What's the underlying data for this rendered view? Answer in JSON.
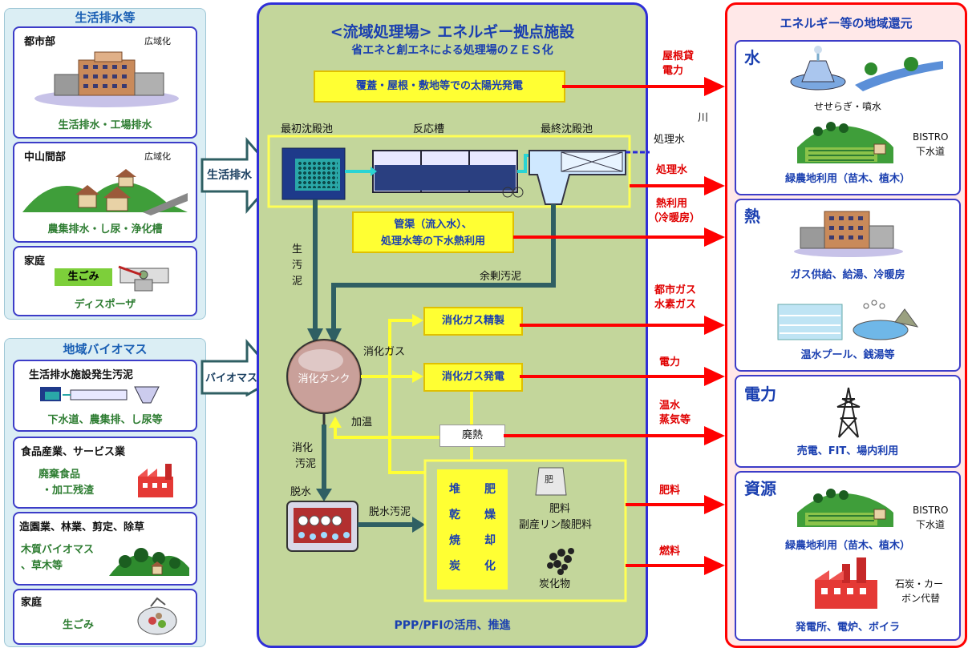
{
  "left_top": {
    "title": "生活排水等",
    "urban": {
      "title": "都市部",
      "tag": "広域化",
      "caption": "生活排水・工場排水"
    },
    "mountain": {
      "title": "中山間部",
      "tag": "広域化",
      "caption": "農集排水・し尿・浄化槽"
    },
    "home": {
      "title": "家庭",
      "label": "生ごみ",
      "caption": "ディスポーザ"
    }
  },
  "left_bottom": {
    "title": "地域バイオマス",
    "sludge": {
      "title": "生活排水施設発生汚泥",
      "caption": "下水道、農集排、し尿等"
    },
    "food": {
      "title": "食品産業、サービス業",
      "caption1": "廃棄食品",
      "caption2": "・加工残渣"
    },
    "wood": {
      "title": "造園業、林業、剪定、除草",
      "caption1": "木質バイオマス",
      "caption2": "、草木等"
    },
    "home2": {
      "title": "家庭",
      "caption": "生ごみ"
    }
  },
  "arrows_in": {
    "wastewater": "生活排水",
    "biomass": "バイオマス"
  },
  "center": {
    "title": "<流域処理場> エネルギー拠点施設",
    "subtitle": "省エネと創エネによる処理場のＺＥＳ化",
    "solar": "覆蓋・屋根・敷地等での太陽光発電",
    "tank1": "最初沈殿池",
    "tank2": "反応槽",
    "tank3": "最終沈殿池",
    "heat_box1": "管渠（流入水）、",
    "heat_box2": "処理水等の下水熱利用",
    "raw_sludge": [
      "生",
      "汚",
      "泥"
    ],
    "excess_sludge": "余剰汚泥",
    "digester": "消化タンク",
    "digest_gas": "消化ガス",
    "heating": "加温",
    "gas_refine": "消化ガス精製",
    "gas_power": "消化ガス発電",
    "waste_heat": "廃熱",
    "digested_sludge": [
      "消化",
      "汚泥"
    ],
    "dewater": "脱水",
    "dewatered_sludge": "脱水汚泥",
    "process": [
      "堆",
      "肥",
      "乾",
      "燥",
      "焼",
      "却",
      "炭",
      "化"
    ],
    "fertilizer1": "肥料",
    "fertilizer2": "副産リン酸肥料",
    "fert_bag": "肥",
    "charcoal": "炭化物",
    "ppp": "PPP/PFIの活用、推進",
    "river": "川",
    "treated_water": "処理水"
  },
  "outputs": {
    "roof_power": [
      "屋根貸",
      "電力"
    ],
    "treated": "処理水",
    "heat_use": [
      "熱利用",
      "（冷暖房）"
    ],
    "city_gas": [
      "都市ガス",
      "水素ガス"
    ],
    "power": "電力",
    "hot_water": [
      "温水",
      "蒸気等"
    ],
    "fertilizer": "肥料",
    "fuel": "燃料"
  },
  "right": {
    "title": "エネルギー等の地域還元",
    "water": {
      "head": "水",
      "cap1": "せせらぎ・噴水",
      "bistro": "BISTRO",
      "bistro2": "下水道",
      "cap2": "緑農地利用（苗木、植木）"
    },
    "heat": {
      "head": "熱",
      "cap1": "ガス供給、給湯、冷暖房",
      "cap2": "温水プール、銭湯等"
    },
    "power": {
      "head": "電力",
      "cap": "売電、FIT、場内利用"
    },
    "resource": {
      "head": "資源",
      "bistro": "BISTRO",
      "bistro2": "下水道",
      "cap1": "緑農地利用（苗木、植木）",
      "coal1": "石炭・カー",
      "coal2": "ボン代替",
      "cap2": "発電所、電炉、ボイラ"
    }
  },
  "colors": {
    "center_bg": "#c3d69b",
    "center_border": "#2f2fd8",
    "right_border": "#ff0000",
    "arrow_red": "#ff0000",
    "arrow_teal": "#2f5f63",
    "highlight": "#ffff33"
  }
}
